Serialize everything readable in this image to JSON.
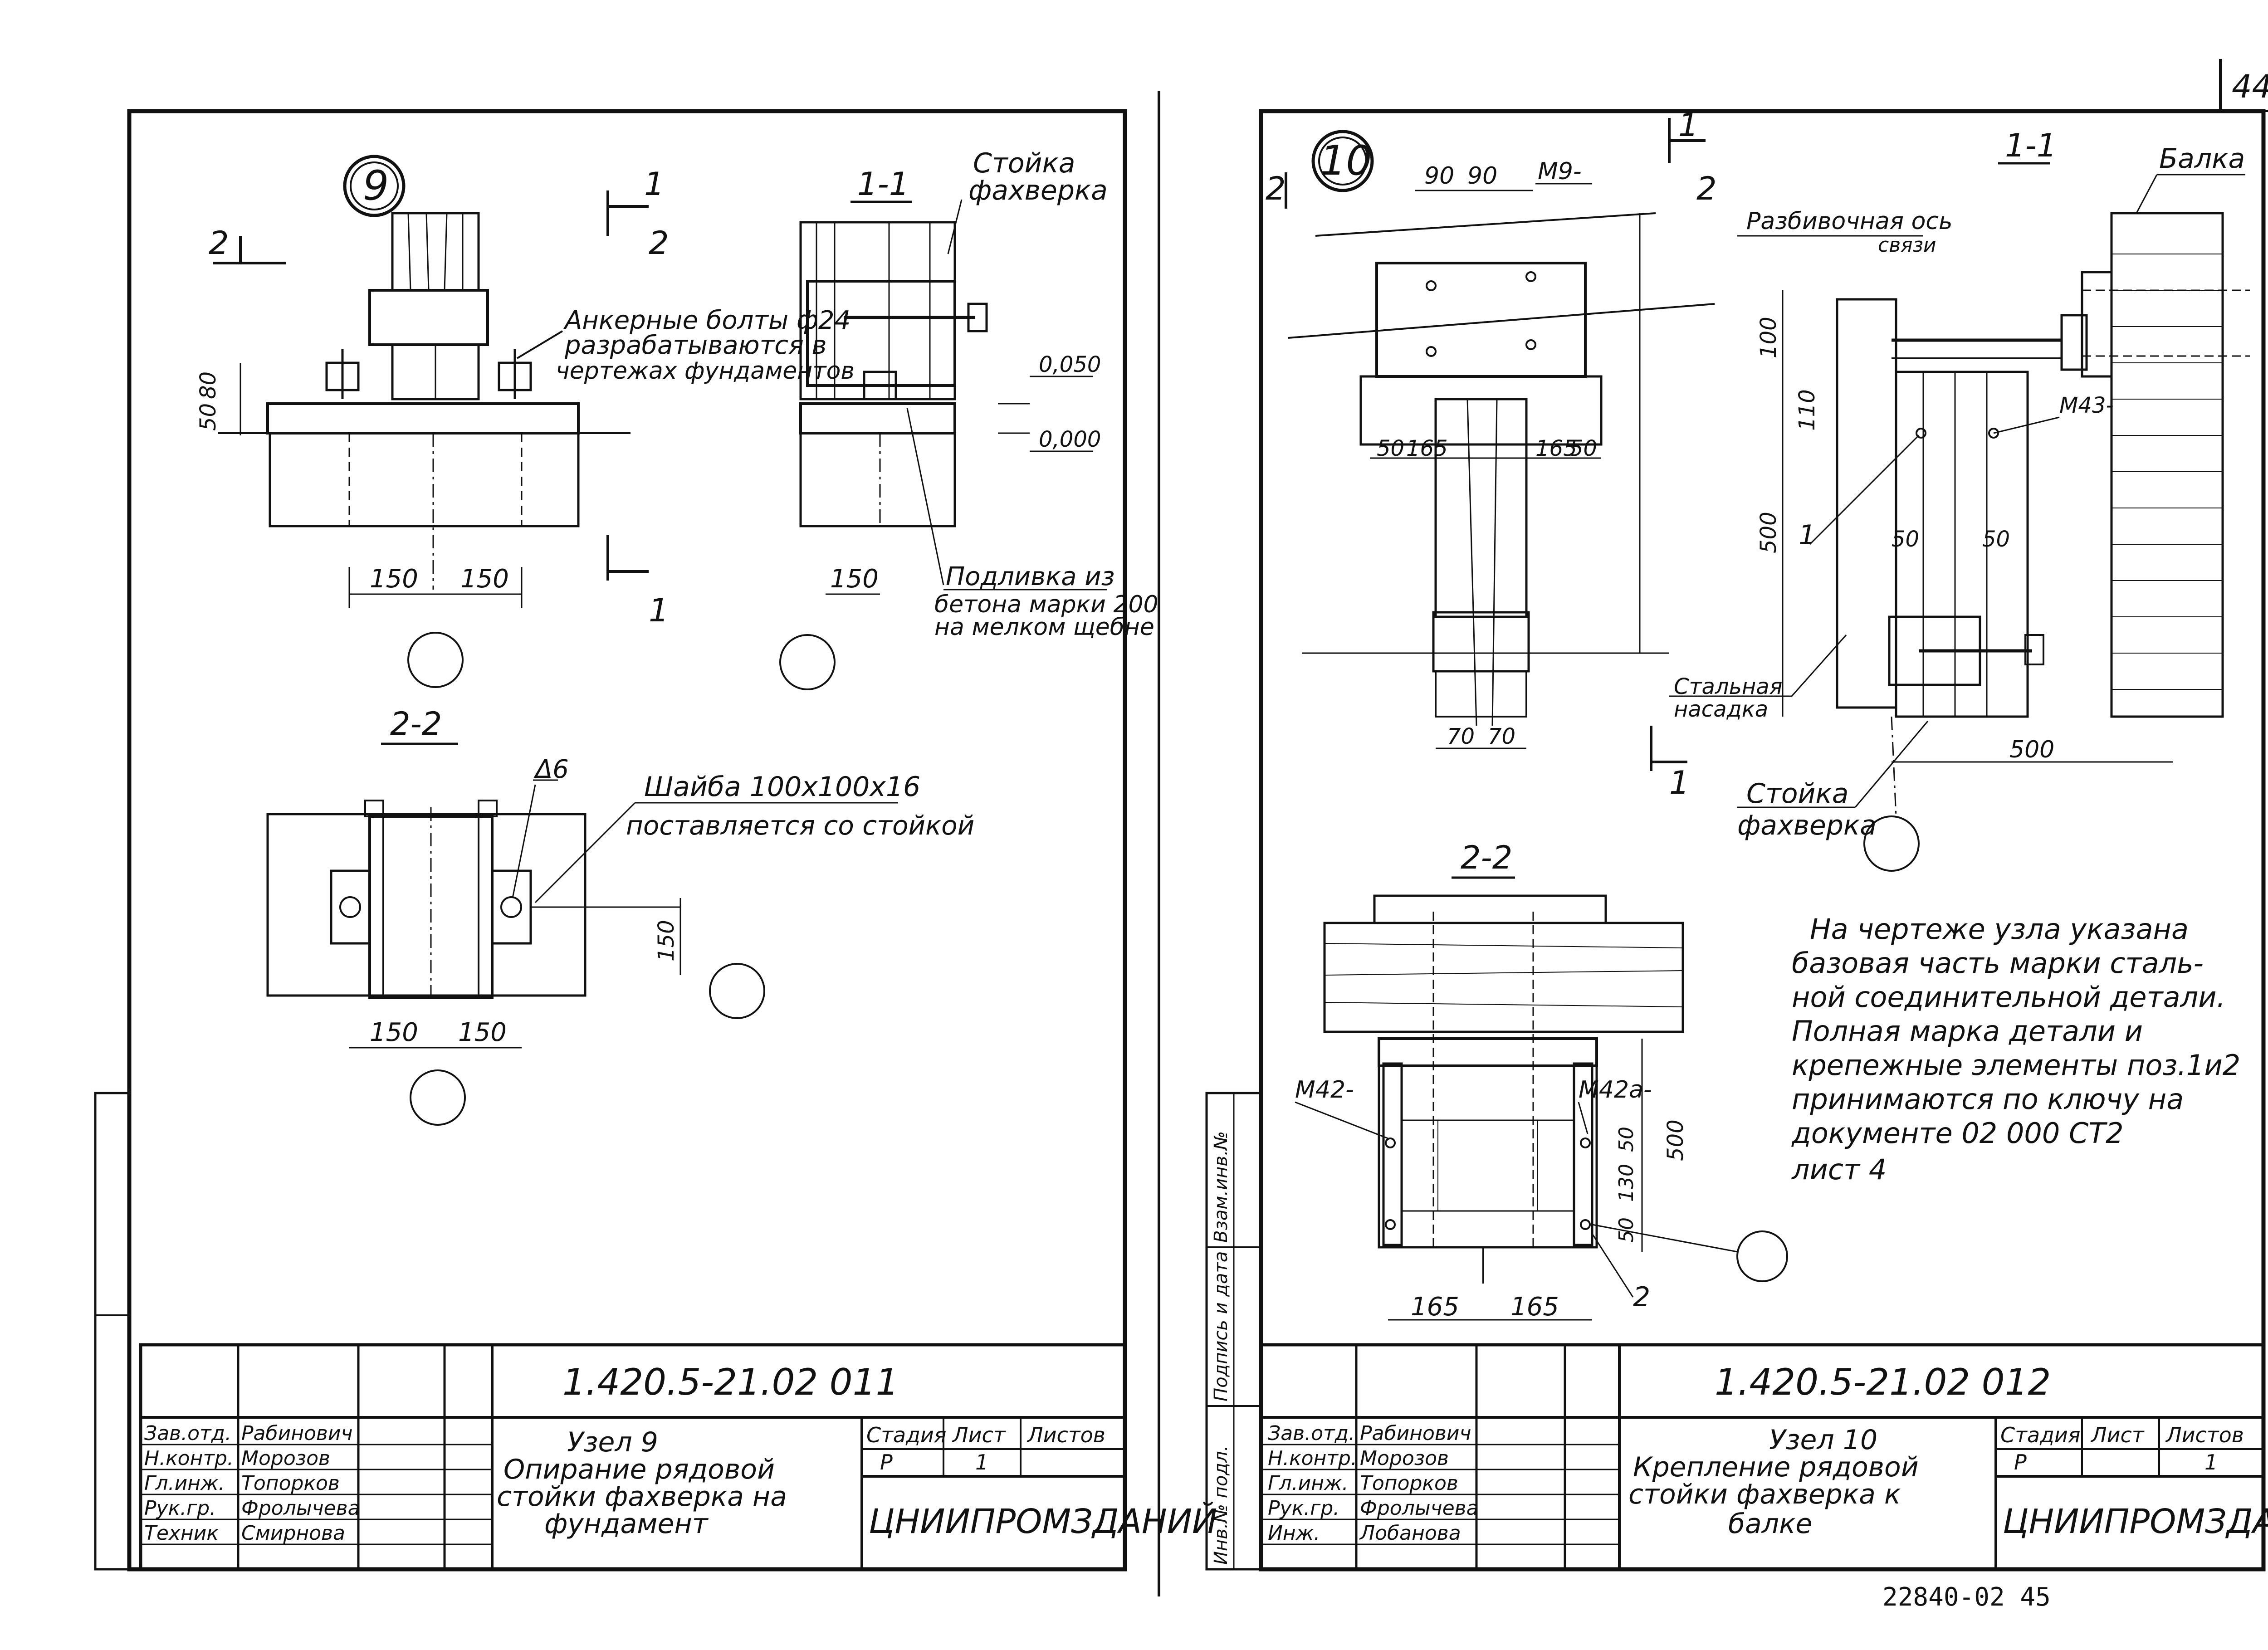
{
  "sheet_number": "44",
  "bottom_code": "22840-02 45",
  "left": {
    "node_number": "9",
    "section_11": "1-1",
    "section_22": "2-2",
    "cut1": "1",
    "cut2": "2",
    "column_label": [
      "Стойка",
      "фахверка"
    ],
    "anchor_note": [
      "Анкерные болты ф24",
      "разрабатываются в",
      "чертежах фундаментов"
    ],
    "dim_80": "80",
    "dim_50": "50",
    "level_0050": "0,050",
    "level_0000": "0,000",
    "grout_note": [
      "Подливка из",
      "бетона марки 200",
      "на мелком щебне"
    ],
    "dim_150": "150",
    "weld": "Δ6",
    "washer_note": [
      "Шайба 100x100x16",
      "поставляется со стойкой"
    ],
    "title_block": {
      "code": "1.420.5-21.02 011",
      "roles": [
        "Зав.отд.",
        "Н.контр.",
        "Гл.инж.",
        "Рук.гр.",
        "Техник"
      ],
      "names": [
        "Рабинович",
        "Морозов",
        "Топорков",
        "Фролычева",
        "Смирнова"
      ],
      "title": [
        "Узел 9",
        "Опирание рядовой",
        "стойки фахверка на",
        "фундамент"
      ],
      "stage_head": "Стадия",
      "sheet_head": "Лист",
      "sheets_head": "Листов",
      "stage": "Р",
      "sheet": "1",
      "org": "ЦНИИПРОМЗДАНИЙ"
    }
  },
  "right": {
    "node_number": "10",
    "section_11": "1-1",
    "section_22": "2-2",
    "beam_label": "Балка",
    "axis_note": [
      "Разбивочная ось",
      "связи"
    ],
    "m9": "M9-",
    "m43": "M43-",
    "m42": "M42-",
    "m42a": "M42а-",
    "steel_note": [
      "Стальная",
      "насадка"
    ],
    "column_label": [
      "Стойка",
      "фахверка"
    ],
    "dims": {
      "d90": "90",
      "d50": "50",
      "d165": "165",
      "d70": "70",
      "d100": "100",
      "d110": "110",
      "d500": "500",
      "d130": "130"
    },
    "pos1": "1",
    "pos2": "2",
    "note": [
      "На чертеже узла указана",
      "базовая часть марки сталь-",
      "ной соединительной детали.",
      "Полная марка детали и",
      "крепежные элементы поз.1и2",
      "принимаются по ключу на",
      "документе   02 000 СТ2",
      "лист 4"
    ],
    "title_block": {
      "code": "1.420.5-21.02 012",
      "roles": [
        "Зав.отд.",
        "Н.контр.",
        "Гл.инж.",
        "Рук.гр.",
        "Инж."
      ],
      "names": [
        "Рабинович",
        "Морозов",
        "Топорков",
        "Фролычева",
        "Лобанова"
      ],
      "title": [
        "Узел 10",
        "Крепление рядовой",
        "стойки фахверка к",
        "балке"
      ],
      "stage_head": "Стадия",
      "sheet_head": "Лист",
      "sheets_head": "Листов",
      "stage": "Р",
      "sheet": "1",
      "org": "ЦНИИПРОМЗДАНИЙ"
    },
    "side_stamp": [
      "Инв.№ подл.",
      "Подпись и дата",
      "Взам.инв.№"
    ]
  }
}
